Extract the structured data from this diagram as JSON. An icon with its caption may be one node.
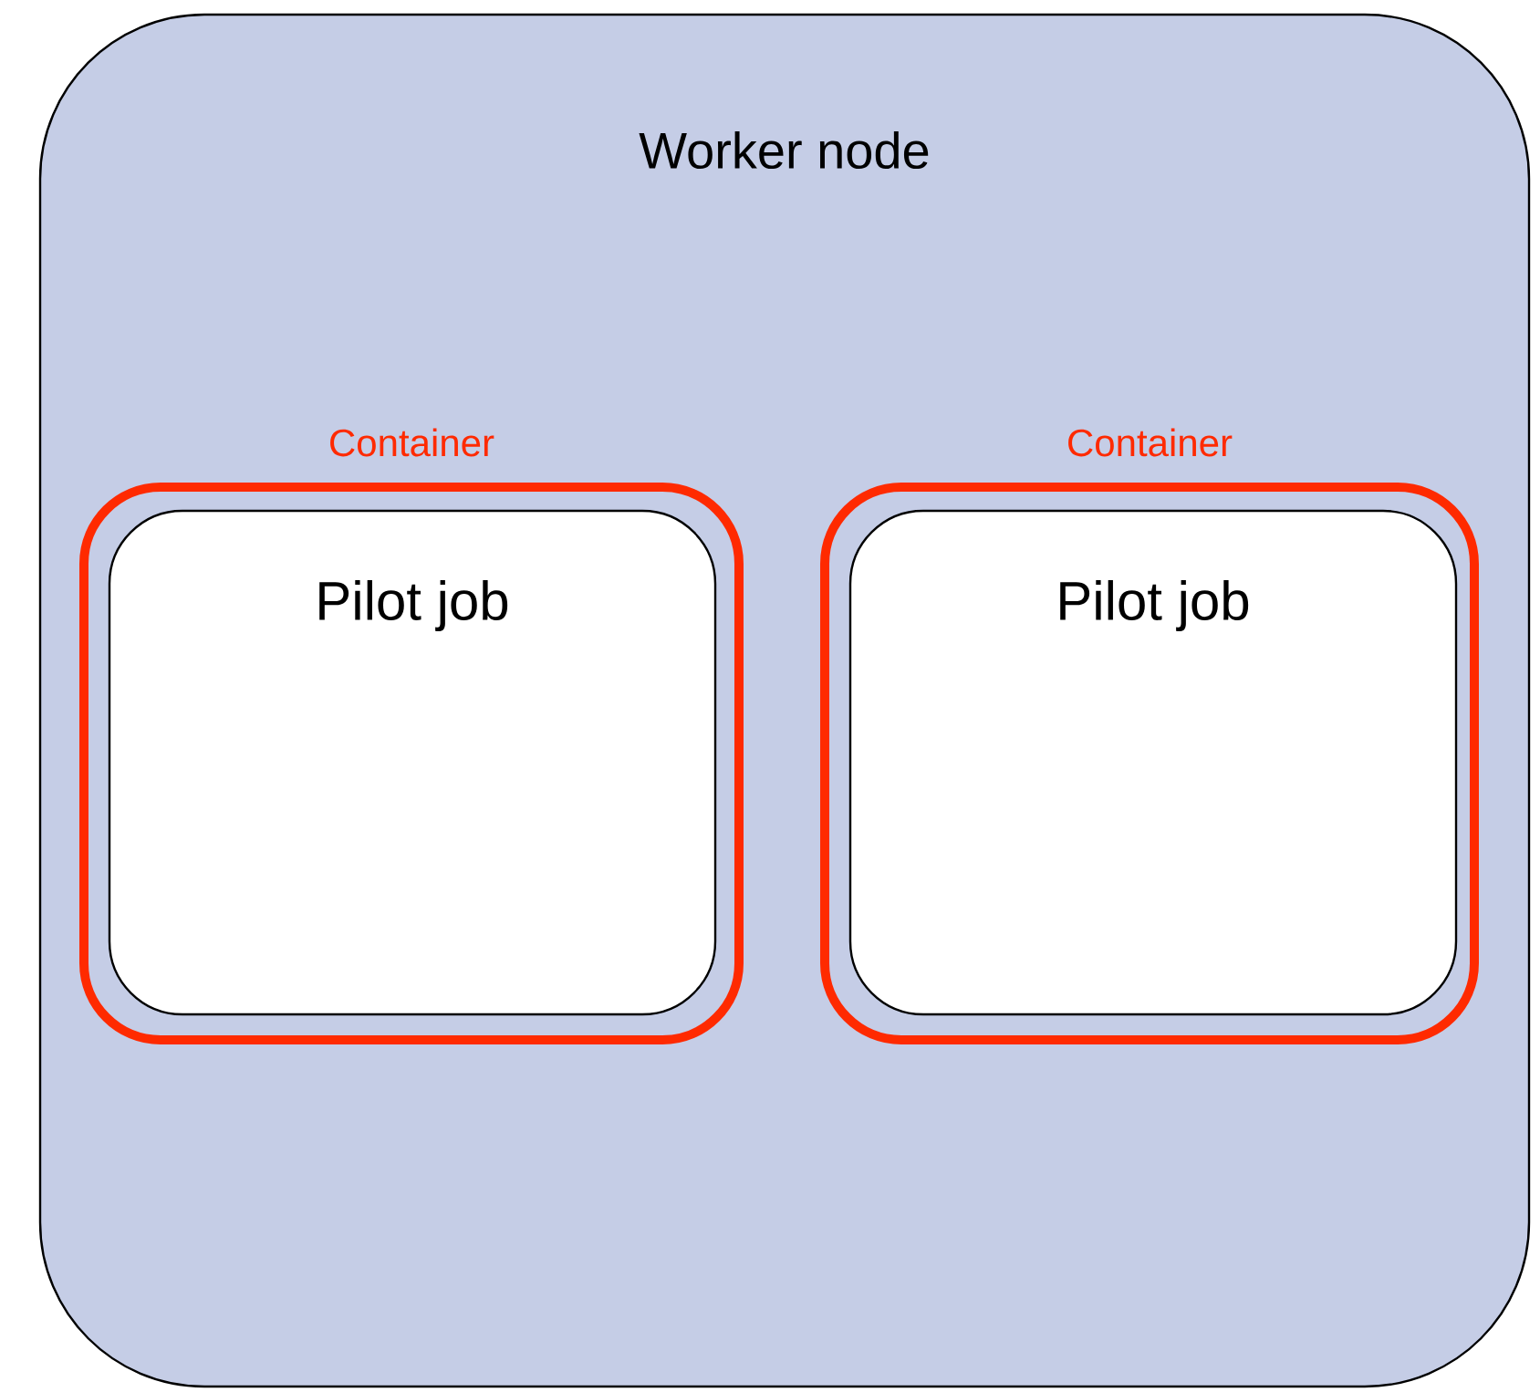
{
  "diagram": {
    "nodes": [
      {
        "text": [
          "Worker node"
        ]
      },
      {
        "text": [
          "Container"
        ],
        "in": 0
      },
      {
        "text": [
          "Pilot job"
        ],
        "in": 1
      },
      {
        "text": [
          "Container"
        ],
        "in": 0
      },
      {
        "text": [
          "Pilot job"
        ],
        "in": 3
      }
    ]
  }
}
